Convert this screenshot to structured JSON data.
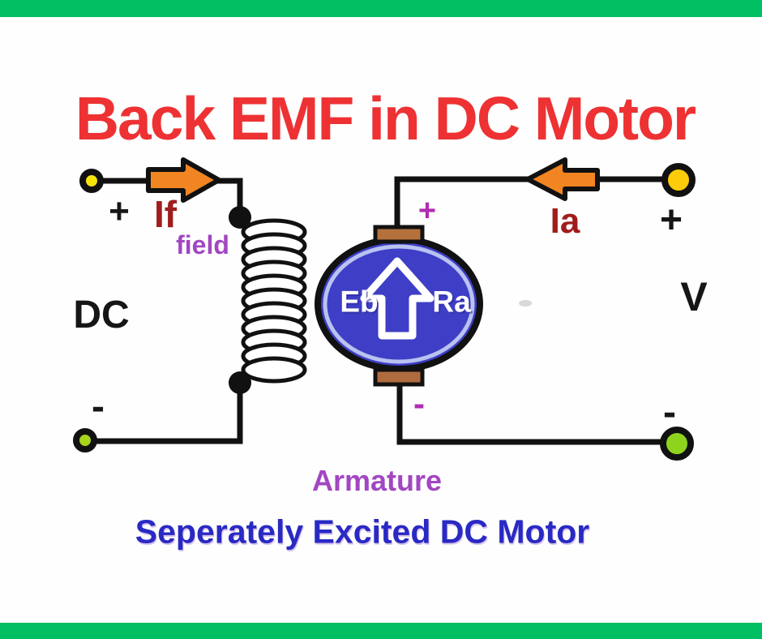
{
  "header": {
    "title": "Back EMF in DC Motor"
  },
  "footer": {
    "caption": "Seperately Excited DC Motor"
  },
  "diagram": {
    "source_label": "DC",
    "source_plus": "+",
    "source_minus": "-",
    "field_current_label": "If",
    "field_label": "field",
    "armature_current_label": "Ia",
    "supply_plus": "+",
    "supply_minus": "-",
    "voltage_label": "V",
    "back_emf_label": "Eb",
    "armature_resistance_label": "Ra",
    "armature_plus": "+",
    "armature_minus": "-",
    "armature_label": "Armature",
    "icons": [
      "field-current-arrow-icon",
      "armature-current-arrow-icon",
      "back-emf-arrow-icon"
    ],
    "colors": {
      "accent_green": "#00bf63",
      "title_red": "#ee3133",
      "wire_black": "#111111",
      "armature_blue": "#3e3ec6",
      "armature_inner_ring": "#b9c2f0",
      "brush_brown": "#b5713c",
      "arrow_orange": "#f18522",
      "terminal_yellow_left": "#f6e40a",
      "terminal_yellow_right": "#fccb0a",
      "terminal_green_right": "#8fd41c",
      "terminal_green_left": "#a8d41e",
      "current_label_red": "#a01d1d",
      "label_purple": "#a246c2",
      "polarity_magenta": "#b12cb1",
      "caption_blue": "#2929c4"
    }
  }
}
